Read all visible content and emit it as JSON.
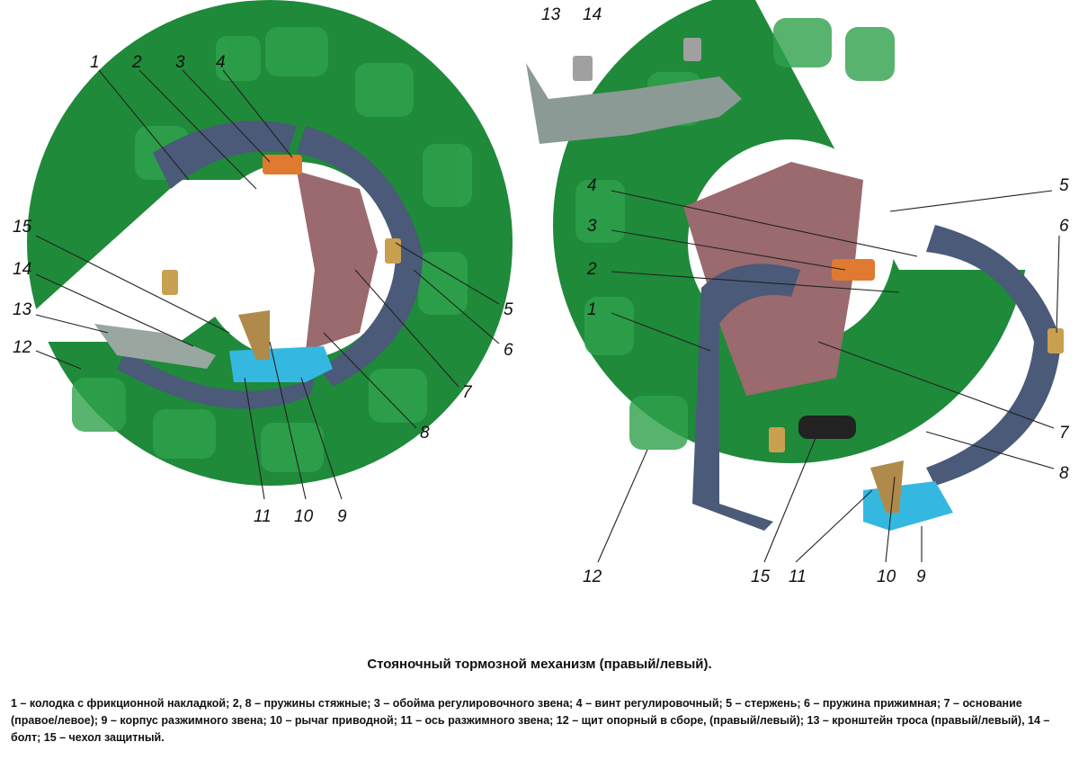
{
  "title": "Стояночный тормозной механизм (правый/левый).",
  "legend": "1 – колодка с фрикционной накладкой; 2, 8 – пружины стяжные; 3 – обойма регулировочного звена; 4 – винт регулировочный; 5 – стержень; 6 – пружина прижимная; 7 – основание (правое/левое); 9 – корпус разжимного звена; 10 – рычаг приводной; 11 – ось разжимного звена; 12 – щит опорный в сборе, (правый/левый); 13 – кронштейн троса (правый/левый), 14 – болт; 15 – чехол защитный.",
  "colors": {
    "shield": "#1f8a3a",
    "shoe": "#4a5a78",
    "base": "#9a6a6e",
    "adjuster": "#e07a30",
    "expander": "#35b8e0"
  },
  "left_labels": [
    "1",
    "2",
    "3",
    "4",
    "15",
    "14",
    "13",
    "12",
    "5",
    "6",
    "7",
    "8",
    "11",
    "10",
    "9"
  ],
  "right_labels": [
    "13",
    "14",
    "4",
    "3",
    "2",
    "1",
    "5",
    "6",
    "7",
    "8",
    "12",
    "15",
    "11",
    "10",
    "9"
  ]
}
